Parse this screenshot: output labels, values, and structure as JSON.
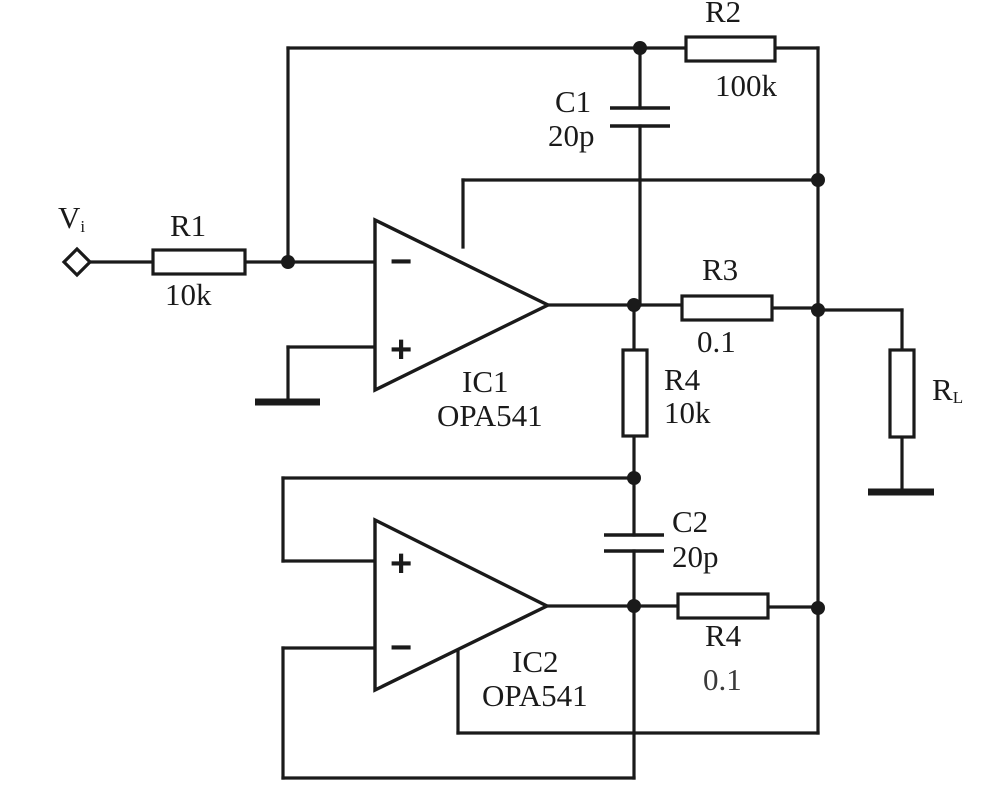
{
  "input": {
    "label": "V",
    "subscript": "i"
  },
  "components": {
    "R1": {
      "name": "R1",
      "value": "10k"
    },
    "R2": {
      "name": "R2",
      "value": "100k"
    },
    "C1": {
      "name": "C1",
      "value": "20p"
    },
    "R3": {
      "name": "R3",
      "value": "0.1"
    },
    "R4_upper": {
      "name": "R4",
      "value": "10k"
    },
    "C2": {
      "name": "C2",
      "value": "20p"
    },
    "R4_lower": {
      "name": "R4",
      "value": "0.1"
    },
    "RL": {
      "name": "R",
      "subscript": "L"
    }
  },
  "amplifiers": {
    "IC1": {
      "ref": "IC1",
      "part": "OPA541",
      "minus": "−",
      "plus": "+"
    },
    "IC2": {
      "ref": "IC2",
      "part": "OPA541",
      "minus": "−",
      "plus": "+"
    }
  }
}
